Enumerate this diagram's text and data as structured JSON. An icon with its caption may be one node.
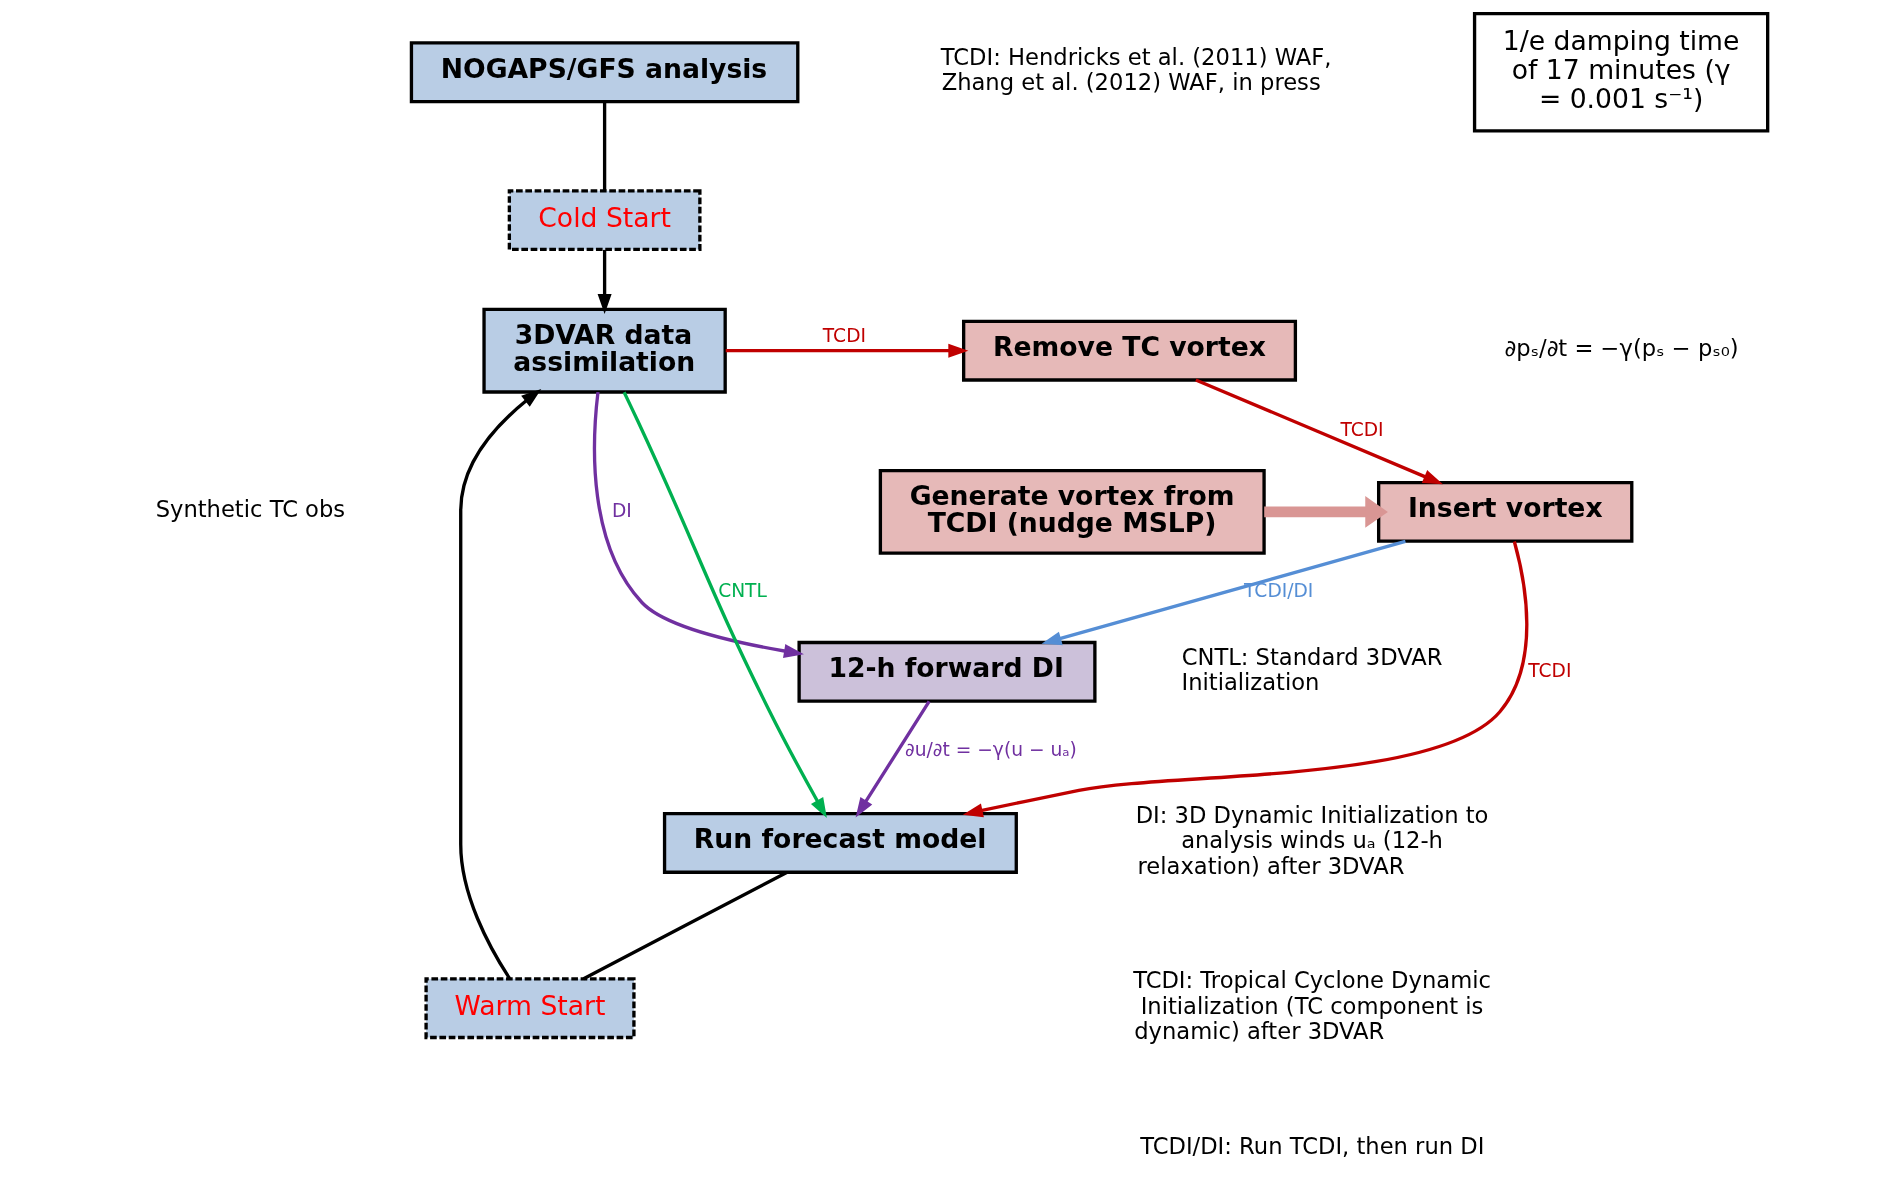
{
  "diagram": {
    "nodes": [
      {
        "text": [
          "NOGAPS/GFS analysis"
        ]
      },
      {
        "text": [
          "Cold Start"
        ]
      },
      {
        "text": [
          "3DVAR data assimilation"
        ]
      },
      {
        "text": [
          "Remove TC vortex"
        ]
      },
      {
        "text": [
          "Insert vortex"
        ]
      },
      {
        "text": [
          "Generate vortex from TCDI (nudge MSLP)"
        ]
      },
      {
        "text": [
          "12-h forward DI"
        ]
      },
      {
        "text": [
          "Run forecast model"
        ]
      },
      {
        "text": [
          "Warm Start"
        ]
      },
      {
        "text": [
          "1/e damping time of 17 minutes (γ = 0.001 s⁻¹)"
        ]
      }
    ],
    "edges": [
      {
        "from": 0,
        "to": 1,
        "arrow": "none"
      },
      {
        "from": 1,
        "to": 2,
        "arrow": "to"
      },
      {
        "from": 2,
        "to": 3,
        "arrow": "to",
        "label": "TCDI",
        "color": "#c00000"
      },
      {
        "from": 3,
        "to": 4,
        "arrow": "to",
        "label": "TCDI",
        "color": "#c00000"
      },
      {
        "from": 5,
        "to": 4,
        "arrow": "to",
        "style": "thick",
        "color": "#d99694"
      },
      {
        "from": 2,
        "to": 7,
        "arrow": "to",
        "label": "CNTL",
        "color": "#00b050"
      },
      {
        "from": 2,
        "to": 6,
        "arrow": "to",
        "label": "DI",
        "color": "#7030a0"
      },
      {
        "from": 4,
        "to": 6,
        "arrow": "to",
        "label": "TCDI/DI",
        "color": "#558ed5"
      },
      {
        "from": 6,
        "to": 7,
        "arrow": "to",
        "label": "∂u/∂t = −γ(u − uₐ)",
        "color": "#7030a0"
      },
      {
        "from": 4,
        "to": 7,
        "arrow": "to",
        "label": "TCDI",
        "color": "#c00000"
      },
      {
        "from": 7,
        "to": 8,
        "arrow": "none"
      },
      {
        "from": 8,
        "to": 2,
        "arrow": "to"
      }
    ],
    "labels": [
      "TCDI: Hendricks et al. (2011) WAF, Zhang et al. (2012) WAF, in press",
      "∂pₛ/∂t = −γ(pₛ − pₛ₀)",
      "Synthetic TC obs",
      "CNTL: Standard 3DVAR Initialization",
      "DI: 3D Dynamic Initialization to analysis winds uₐ (12-h relaxation) after 3DVAR",
      "TCDI: Tropical Cyclone Dynamic Initialization (TC component is dynamic) after 3DVAR",
      "TCDI/DI: Run TCDI, then run DI"
    ]
  }
}
